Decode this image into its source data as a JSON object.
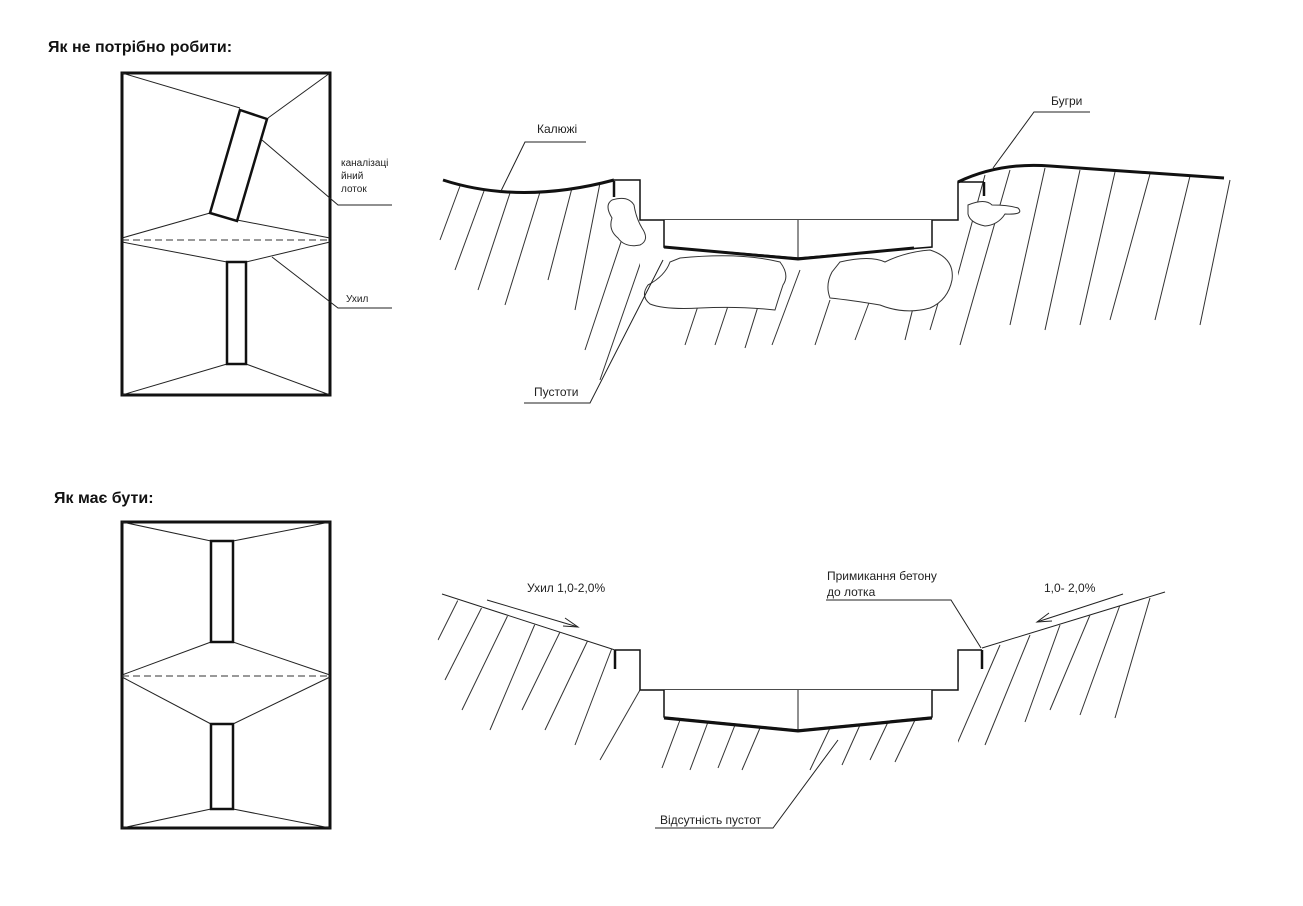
{
  "section_bad": {
    "heading": "Як не потрібно робити:",
    "plan_labels": {
      "tray_line1": "каналізаці",
      "tray_line2": "йний",
      "tray_line3": "лоток",
      "slope": "Ухил"
    },
    "section_labels": {
      "puddles": "Калюжі",
      "bumps": "Бугри",
      "voids": "Пустоти"
    }
  },
  "section_good": {
    "heading": "Як має бути:",
    "section_labels": {
      "slope_left": "Ухил 1,0-2,0%",
      "joint_line1": "Примикання бетону",
      "joint_line2": "до лотка",
      "slope_right": "1,0- 2,0%",
      "no_voids": "Відсутність пустот"
    }
  }
}
